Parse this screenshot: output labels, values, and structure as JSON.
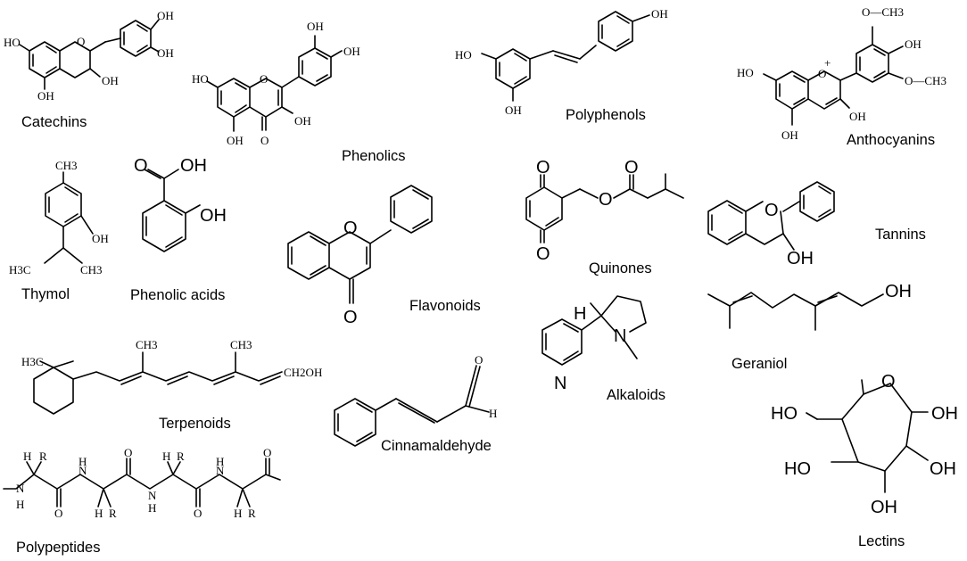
{
  "labels": {
    "catechins": "Catechins",
    "phenolics": "Phenolics",
    "polyphenols": "Polyphenols",
    "anthocyanins": "Anthocyanins",
    "thymol": "Thymol",
    "phenolic_acids": "Phenolic acids",
    "flavonoids": "Flavonoids",
    "quinones": "Quinones",
    "tannins": "Tannins",
    "alkaloids": "Alkaloids",
    "geraniol": "Geraniol",
    "terpenoids": "Terpenoids",
    "cinnamaldehyde": "Cinnamaldehyde",
    "polypeptides": "Polypeptides",
    "lectins": "Lectins"
  },
  "atoms": {
    "oh": "OH",
    "ho": "HO",
    "o": "O",
    "n": "N",
    "h": "H",
    "r": "R",
    "o_plus": "+",
    "och3": "O—CH3",
    "ch3": "CH3",
    "h3c": "H3C",
    "ch2oh": "CH2OH"
  }
}
